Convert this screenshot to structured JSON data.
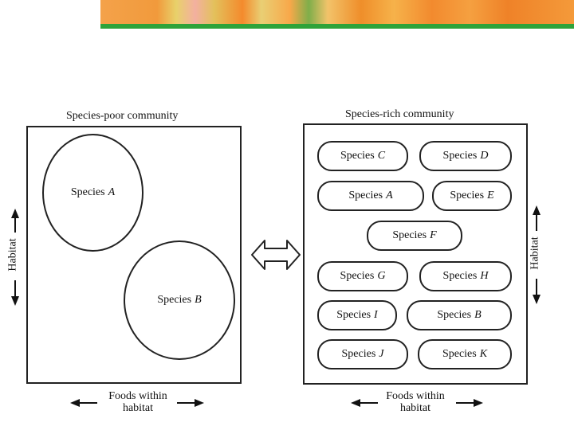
{
  "left_panel": {
    "title": "Species-poor community",
    "species": [
      {
        "label": "Species",
        "id": "A"
      },
      {
        "label": "Species",
        "id": "B"
      }
    ],
    "x_axis_line1": "Foods within",
    "x_axis_line2": "habitat",
    "y_axis": "Habitat"
  },
  "right_panel": {
    "title": "Species-rich community",
    "species": [
      {
        "label": "Species",
        "id": "C"
      },
      {
        "label": "Species",
        "id": "D"
      },
      {
        "label": "Species",
        "id": "A"
      },
      {
        "label": "Species",
        "id": "E"
      },
      {
        "label": "Species",
        "id": "F"
      },
      {
        "label": "Species",
        "id": "G"
      },
      {
        "label": "Species",
        "id": "H"
      },
      {
        "label": "Species",
        "id": "I"
      },
      {
        "label": "Species",
        "id": "B"
      },
      {
        "label": "Species",
        "id": "J"
      },
      {
        "label": "Species",
        "id": "K"
      }
    ],
    "x_axis_line1": "Foods within",
    "x_axis_line2": "habitat",
    "y_axis": "Habitat"
  },
  "colors": {
    "banner": "#f39a3a",
    "banner_line": "#2ea33a",
    "ink": "#222222"
  },
  "icons": [
    "double-headed-arrow-icon",
    "up-arrow-icon",
    "down-arrow-icon",
    "left-arrow-icon",
    "right-arrow-icon"
  ]
}
